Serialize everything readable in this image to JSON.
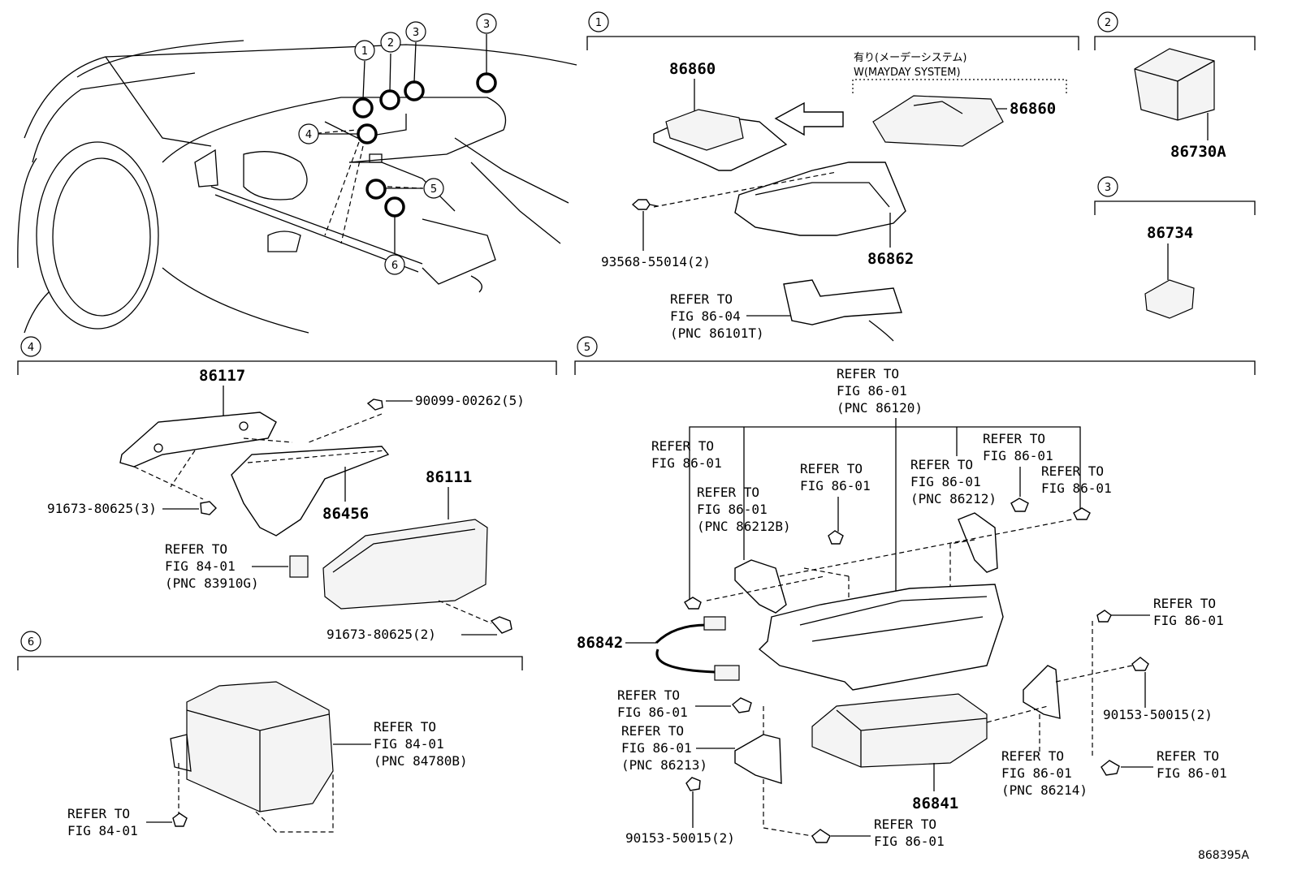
{
  "section_markers": [
    "1",
    "2",
    "3",
    "4",
    "5",
    "6"
  ],
  "overview": {
    "markers": [
      "1",
      "2",
      "3",
      "3",
      "4",
      "5",
      "6"
    ]
  },
  "sec1": {
    "part_a": "86860",
    "part_b": "86860",
    "mayday_jp": "有り(メーデーシステム)",
    "mayday_en": "W(MAYDAY SYSTEM)",
    "part_c": "86862",
    "screw": "93568-55014(2)",
    "refer_1": "REFER TO",
    "refer_2": "FIG 86-04",
    "refer_3": "(PNC 86101T)"
  },
  "sec2": {
    "part": "86730A"
  },
  "sec3": {
    "part": "86734"
  },
  "sec4": {
    "part_a": "86117",
    "screw_a": "90099-00262(5)",
    "screw_b": "91673-80625(3)",
    "part_b": "86456",
    "part_c": "86111",
    "refer_1": "REFER TO",
    "refer_2": "FIG 84-01",
    "refer_3": "(PNC 83910G)",
    "screw_c": "91673-80625(2)"
  },
  "sec5": {
    "top_1": "REFER TO",
    "top_2": "FIG 86-01",
    "top_3": "(PNC 86120)",
    "r1_1": "REFER TO",
    "r1_2": "FIG 86-01",
    "r2_1": "REFER TO",
    "r2_2": "FIG 86-01",
    "r2_3": "(PNC 86212B)",
    "r3_1": "REFER TO",
    "r3_2": "FIG 86-01",
    "r4_1": "REFER TO",
    "r4_2": "FIG 86-01",
    "r4_3": "(PNC 86212)",
    "r5_1": "REFER TO",
    "r5_2": "FIG 86-01",
    "r6_1": "REFER TO",
    "r6_2": "FIG 86-01",
    "r7_1": "REFER TO",
    "r7_2": "FIG 86-01",
    "part_harness": "86842",
    "r8_1": "REFER TO",
    "r8_2": "FIG 86-01",
    "r9_1": "REFER TO",
    "r9_2": "FIG 86-01",
    "r9_3": "(PNC 86213)",
    "screw_a": "90153-50015(2)",
    "screw_b": "90153-50015(2)",
    "part_unit": "86841",
    "r10_1": "REFER TO",
    "r10_2": "FIG 86-01",
    "r10_3": "(PNC 86214)",
    "r11_1": "REFER TO",
    "r11_2": "FIG 86-01",
    "r12_1": "REFER TO",
    "r12_2": "FIG 86-01"
  },
  "sec6": {
    "refer_a1": "REFER TO",
    "refer_a2": "FIG 84-01",
    "refer_a3": "(PNC 84780B)",
    "refer_b1": "REFER TO",
    "refer_b2": "FIG 84-01"
  },
  "diagram_code": "868395A"
}
